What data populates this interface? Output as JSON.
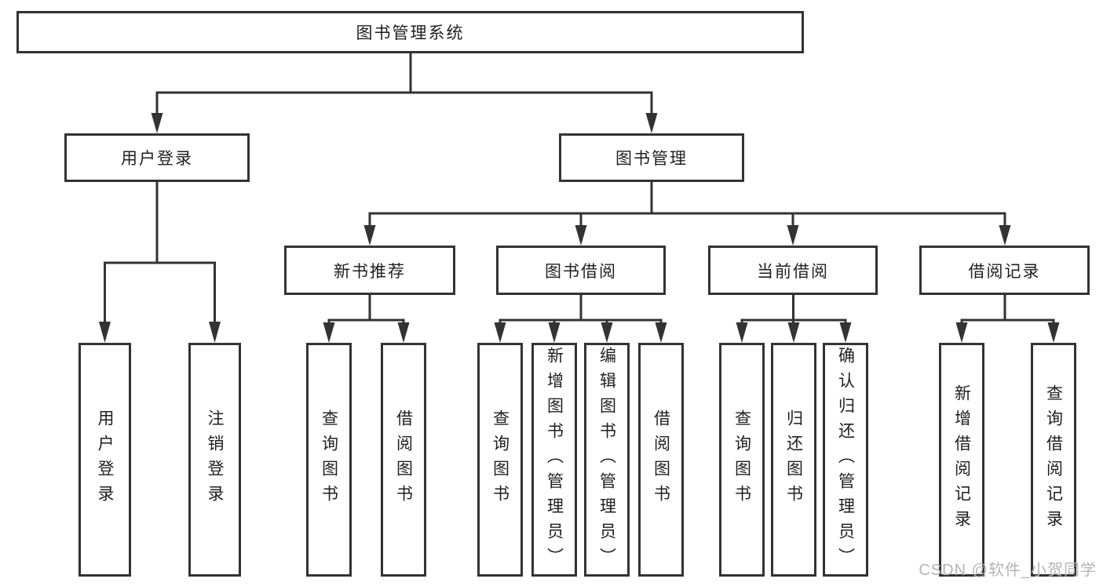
{
  "colors": {
    "line": "#333333",
    "background": "#ffffff",
    "box_fill": "#ffffff",
    "text": "#1f1f1f",
    "watermark": "#b5b5b5"
  },
  "watermark": {
    "text": "CSDN @软件_小贺同学"
  },
  "tree": {
    "root": {
      "label": "图书管理系统",
      "children": [
        {
          "label": "用户登录",
          "children": [
            {
              "label": "用户登录"
            },
            {
              "label": "注销登录"
            }
          ]
        },
        {
          "label": "图书管理",
          "children": [
            {
              "label": "新书推荐",
              "children": [
                {
                  "label": "查询图书"
                },
                {
                  "label": "借阅图书"
                }
              ]
            },
            {
              "label": "图书借阅",
              "children": [
                {
                  "label": "查询图书"
                },
                {
                  "label": "新增图书（管理员）"
                },
                {
                  "label": "编辑图书（管理员）"
                },
                {
                  "label": "借阅图书"
                }
              ]
            },
            {
              "label": "当前借阅",
              "children": [
                {
                  "label": "查询图书"
                },
                {
                  "label": "归还图书"
                },
                {
                  "label": "确认归还（管理员）"
                }
              ]
            },
            {
              "label": "借阅记录",
              "children": [
                {
                  "label": "新增借阅记录"
                },
                {
                  "label": "查询借阅记录"
                }
              ]
            }
          ]
        }
      ]
    }
  }
}
